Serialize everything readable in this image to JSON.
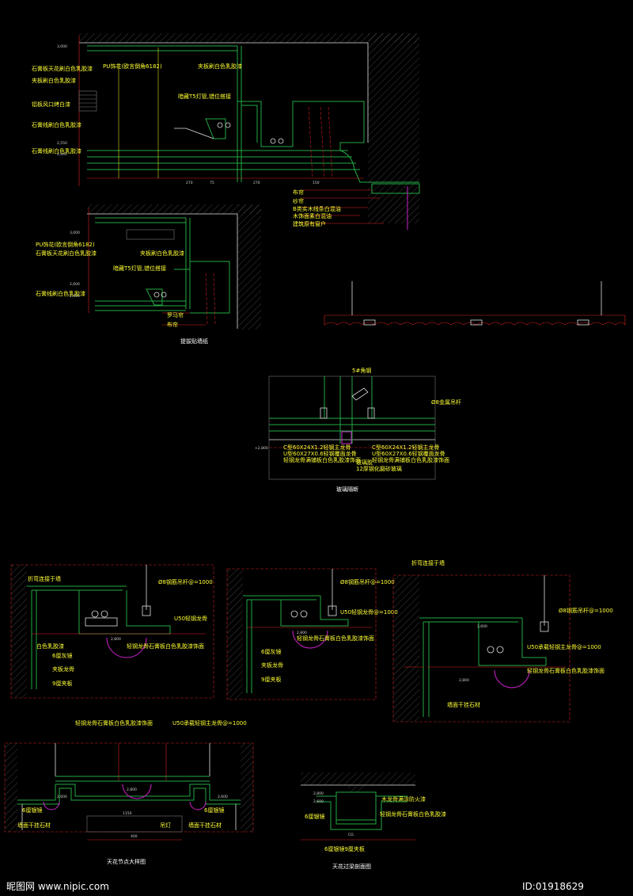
{
  "colors": {
    "background": "#000000",
    "label": "#ffff33",
    "green": "#22aa44",
    "red": "#e02020",
    "magenta": "#cc22cc"
  },
  "detail1": {
    "labels": [
      "石膏板天花刷白色乳胶漆",
      "PU饰花(欧言倒角6182)",
      "夹板刷白色乳胶漆",
      "夹板刷白色乳胶漆",
      "铝板风口烤白漆",
      "暗藏T5灯管,错位搭接",
      "石膏线刷白色乳胶漆",
      "石膏线刷白色乳胶漆"
    ],
    "right_labels": [
      "布帘",
      "纱帘",
      "B类实木线条白混油",
      "木饰面素白混油",
      "建筑原有窗户"
    ]
  },
  "detail2": {
    "labels": [
      "PU饰花(欧言倒角6182)",
      "石膏板天花刷白色乳胶漆",
      "夹板刷白色乳胶漆",
      "暗藏T5灯管,错位搭接",
      "石膏线刷白色乳胶漆",
      "罗马帘",
      "布帘"
    ],
    "caption": "提拔贴墙纸"
  },
  "detail3": {
    "labels": [
      "5#角钢",
      "Ø8金属吊杆",
      "C型60X24X1.2轻钢主龙骨",
      "U型60X27X0.6轻钢覆面龙骨",
      "轻钢龙骨满铺板白色乳胶漆饰面",
      "玻璃胶",
      "12厚钢化磨砂玻璃"
    ],
    "labels_right": [
      "C型60X24X1.2轻钢主龙骨",
      "U型60X27X0.6轻钢覆面龙骨",
      "轻钢龙骨满铺板白色乳胶漆饰面"
    ],
    "caption": "玻璃隔断"
  },
  "detail4": {
    "labels": [
      "折弯连接于墙",
      "Ø8钢筋吊杆@=1000",
      "U50轻钢龙骨",
      "轻钢龙骨石膏板白色乳胶漆饰面",
      "白色乳胶漆",
      "6厘灰镜",
      "夹板龙骨",
      "9厘夹板"
    ]
  },
  "detail5": {
    "labels": [
      "Ø8钢筋吊杆@=1000",
      "U50轻钢龙骨@=1000",
      "轻钢龙骨石膏板白色乳胶漆饰面",
      "6厘灰镜",
      "夹板龙骨",
      "9厘夹板"
    ]
  },
  "detail6": {
    "labels": [
      "折弯连接于墙",
      "Ø8钢筋吊杆@=1000",
      "U50承载轻钢主龙骨@=1000",
      "轻钢龙骨石膏板白色乳胶漆饰面",
      "墙面干挂石材"
    ]
  },
  "detail7": {
    "labels": [
      "轻钢龙骨石膏板白色乳胶漆饰面",
      "U50承载轻钢主龙骨@=1000",
      "6厘银镜",
      "6厘银镜",
      "墙面干挂石材",
      "吊灯",
      "墙面干挂石材"
    ],
    "caption": "天花节点大样图"
  },
  "detail8": {
    "labels": [
      "木龙骨满涂防火漆",
      "轻钢龙骨石膏板白色乳胶漆",
      "6厘银镜",
      "6厘银镜9厘夹板"
    ],
    "caption": "天花过梁剖面图"
  },
  "watermark": "昵图网 www.nipic.com",
  "image_id": "ID:01918629"
}
